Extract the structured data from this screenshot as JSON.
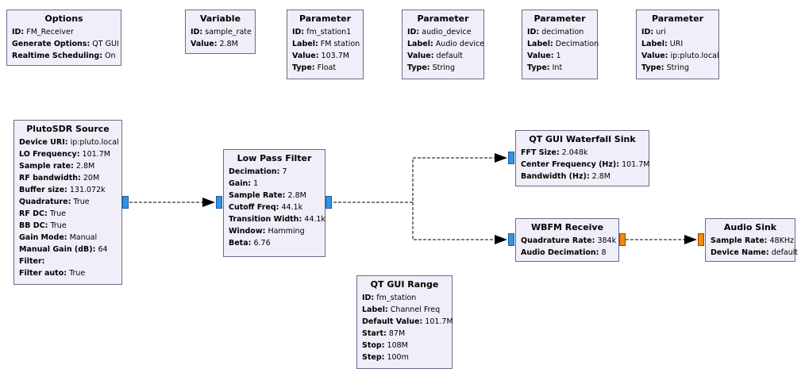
{
  "blocks": {
    "options": {
      "title": "Options",
      "rows": [
        {
          "k": "ID:",
          "v": "FM_Receiver"
        },
        {
          "k": "Generate Options:",
          "v": "QT GUI"
        },
        {
          "k": "Realtime Scheduling:",
          "v": "On"
        }
      ]
    },
    "variable": {
      "title": "Variable",
      "rows": [
        {
          "k": "ID:",
          "v": "sample_rate"
        },
        {
          "k": "Value:",
          "v": "2.8M"
        }
      ]
    },
    "param_fm": {
      "title": "Parameter",
      "rows": [
        {
          "k": "ID:",
          "v": "fm_station1"
        },
        {
          "k": "Label:",
          "v": "FM station"
        },
        {
          "k": "Value:",
          "v": "103.7M"
        },
        {
          "k": "Type:",
          "v": "Float"
        }
      ]
    },
    "param_audio": {
      "title": "Parameter",
      "rows": [
        {
          "k": "ID:",
          "v": "audio_device"
        },
        {
          "k": "Label:",
          "v": "Audio device"
        },
        {
          "k": "Value:",
          "v": "default"
        },
        {
          "k": "Type:",
          "v": "String"
        }
      ]
    },
    "param_dec": {
      "title": "Parameter",
      "rows": [
        {
          "k": "ID:",
          "v": "decimation"
        },
        {
          "k": "Label:",
          "v": "Decimation"
        },
        {
          "k": "Value:",
          "v": "1"
        },
        {
          "k": "Type:",
          "v": "Int"
        }
      ]
    },
    "param_uri": {
      "title": "Parameter",
      "rows": [
        {
          "k": "ID:",
          "v": "uri"
        },
        {
          "k": "Label:",
          "v": "URI"
        },
        {
          "k": "Value:",
          "v": "ip:pluto.local"
        },
        {
          "k": "Type:",
          "v": "String"
        }
      ]
    },
    "pluto": {
      "title": "PlutoSDR Source",
      "rows": [
        {
          "k": "Device URI:",
          "v": "ip:pluto.local"
        },
        {
          "k": "LO Frequency:",
          "v": "101.7M"
        },
        {
          "k": "Sample rate:",
          "v": "2.8M"
        },
        {
          "k": "RF bandwidth:",
          "v": "20M"
        },
        {
          "k": "Buffer size:",
          "v": "131.072k"
        },
        {
          "k": "Quadrature:",
          "v": "True"
        },
        {
          "k": "RF DC:",
          "v": "True"
        },
        {
          "k": "BB DC:",
          "v": "True"
        },
        {
          "k": "Gain Mode:",
          "v": "Manual"
        },
        {
          "k": "Manual Gain (dB):",
          "v": "64"
        },
        {
          "k": "Filter:",
          "v": ""
        },
        {
          "k": "Filter auto:",
          "v": "True"
        }
      ]
    },
    "lpf": {
      "title": "Low Pass Filter",
      "rows": [
        {
          "k": "Decimation:",
          "v": "7"
        },
        {
          "k": "Gain:",
          "v": "1"
        },
        {
          "k": "Sample Rate:",
          "v": "2.8M"
        },
        {
          "k": "Cutoff Freq:",
          "v": "44.1k"
        },
        {
          "k": "Transition Width:",
          "v": "44.1k"
        },
        {
          "k": "Window:",
          "v": "Hamming"
        },
        {
          "k": "Beta:",
          "v": "6.76"
        }
      ]
    },
    "waterfall": {
      "title": "QT GUI Waterfall Sink",
      "rows": [
        {
          "k": "FFT Size:",
          "v": "2.048k"
        },
        {
          "k": "Center Frequency (Hz):",
          "v": "101.7M"
        },
        {
          "k": "Bandwidth (Hz):",
          "v": "2.8M"
        }
      ]
    },
    "wbfm": {
      "title": "WBFM Receive",
      "rows": [
        {
          "k": "Quadrature Rate:",
          "v": "384k"
        },
        {
          "k": "Audio Decimation:",
          "v": "8"
        }
      ]
    },
    "audio": {
      "title": "Audio Sink",
      "rows": [
        {
          "k": "Sample Rate:",
          "v": "48KHz"
        },
        {
          "k": "Device Name:",
          "v": "default"
        }
      ]
    },
    "range": {
      "title": "QT GUI Range",
      "rows": [
        {
          "k": "ID:",
          "v": "fm_station"
        },
        {
          "k": "Label:",
          "v": "Channel Freq"
        },
        {
          "k": "Default Value:",
          "v": "101.7M"
        },
        {
          "k": "Start:",
          "v": "87M"
        },
        {
          "k": "Stop:",
          "v": "108M"
        },
        {
          "k": "Step:",
          "v": "100m"
        }
      ]
    }
  },
  "colors": {
    "block_fill": "#f0eef8",
    "block_border": "#6b6b8a",
    "complex_port": "#2e95e6",
    "float_port": "#f08a10",
    "wire": "#000000"
  }
}
